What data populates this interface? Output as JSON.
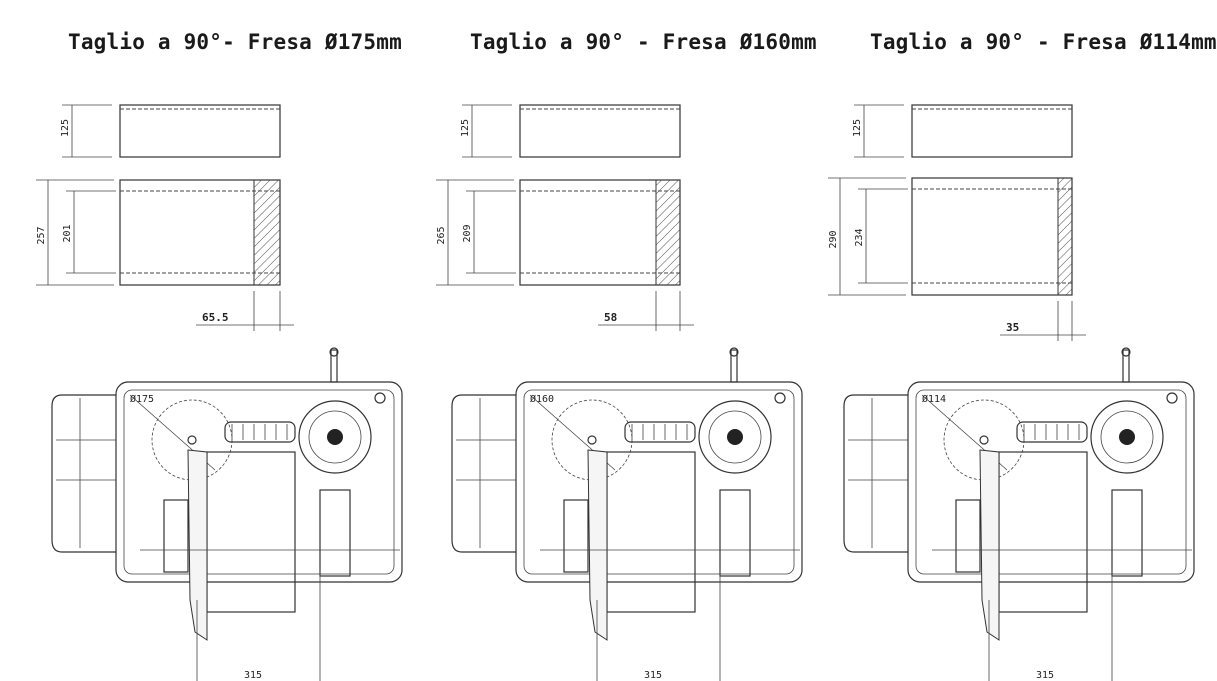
{
  "panels": [
    {
      "title": "Taglio a 90°- Fresa Ø175mm",
      "dim_top": "125",
      "dim_outer": "257",
      "dim_inner": "201",
      "dim_offset": "65.5",
      "dim_bottom": "315",
      "blade_label": "Ø175"
    },
    {
      "title": "Taglio a 90° - Fresa Ø160mm",
      "dim_top": "125",
      "dim_outer": "265",
      "dim_inner": "209",
      "dim_offset": "58",
      "dim_bottom": "315",
      "blade_label": "Ø160"
    },
    {
      "title": "Taglio a 90° - Fresa Ø114mm",
      "dim_top": "125",
      "dim_outer": "290",
      "dim_inner": "234",
      "dim_offset": "35",
      "dim_bottom": "315",
      "blade_label": "Ø114"
    }
  ]
}
